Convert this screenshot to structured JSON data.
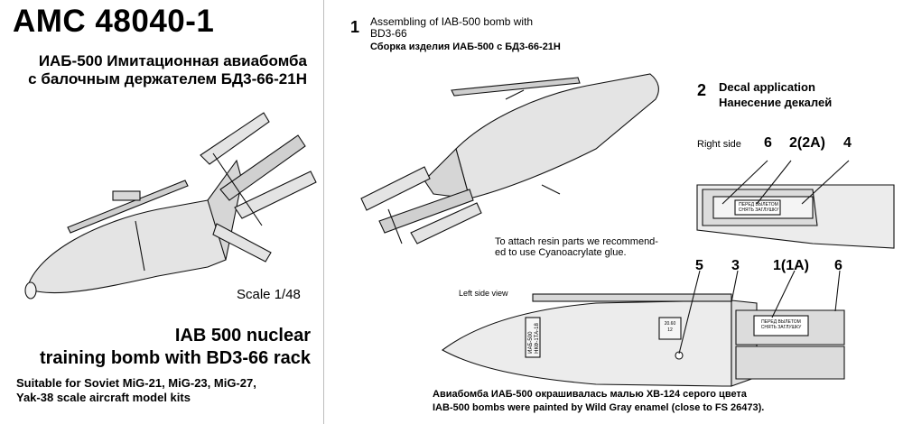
{
  "header": {
    "code": "AMC 48040-1",
    "title_ru_line1": "ИАБ-500 Имитационная авиабомба",
    "title_ru_line2": "с балочным держателем БД3-66-21Н"
  },
  "scale": "Scale 1/48",
  "title_en_line1": "IAB 500 nuclear",
  "title_en_line2": "training  bomb with BD3-66 rack",
  "suitable": {
    "line1": "Suitable for Soviet MiG-21, MiG-23, MiG-27,",
    "line2": "Yak-38 scale aircraft model kits"
  },
  "step1": {
    "number": "1",
    "en_line1": "Assembling of IAB-500 bomb with",
    "en_line2": "BD3-66",
    "ru": "Сборка изделия ИАБ-500 с БД3-66-21Н"
  },
  "step2": {
    "number": "2",
    "en": "Decal application",
    "ru": "Нанесение декалей"
  },
  "right_side": {
    "label": "Right side",
    "callouts": [
      "6",
      "2(2A)",
      "4"
    ]
  },
  "glue_note": {
    "line1": "To attach resin parts we recommend-",
    "line2": "ed to use Cyanoacrylate glue."
  },
  "left_side": {
    "label": "Left side view",
    "callouts": [
      "5",
      "3",
      "1(1A)",
      "6"
    ]
  },
  "decal_texts": {
    "warning_line1": "ПЕРЕД ВЫЛЕТОМ",
    "warning_line2": "СНЯТЬ ЗАГЛУШКУ",
    "body_line1": "ИАБ-500",
    "body_line2": "НКФ-1ТА-18",
    "stencil_line1": "20.60",
    "stencil_line2": "12"
  },
  "paint_note": {
    "ru": "Авиабомба ИАБ-500 окрашивалась малью ХВ-124 серого цвета",
    "en": "IAB-500 bombs were painted by Wild Gray enamel (close to FS 26473)."
  }
}
